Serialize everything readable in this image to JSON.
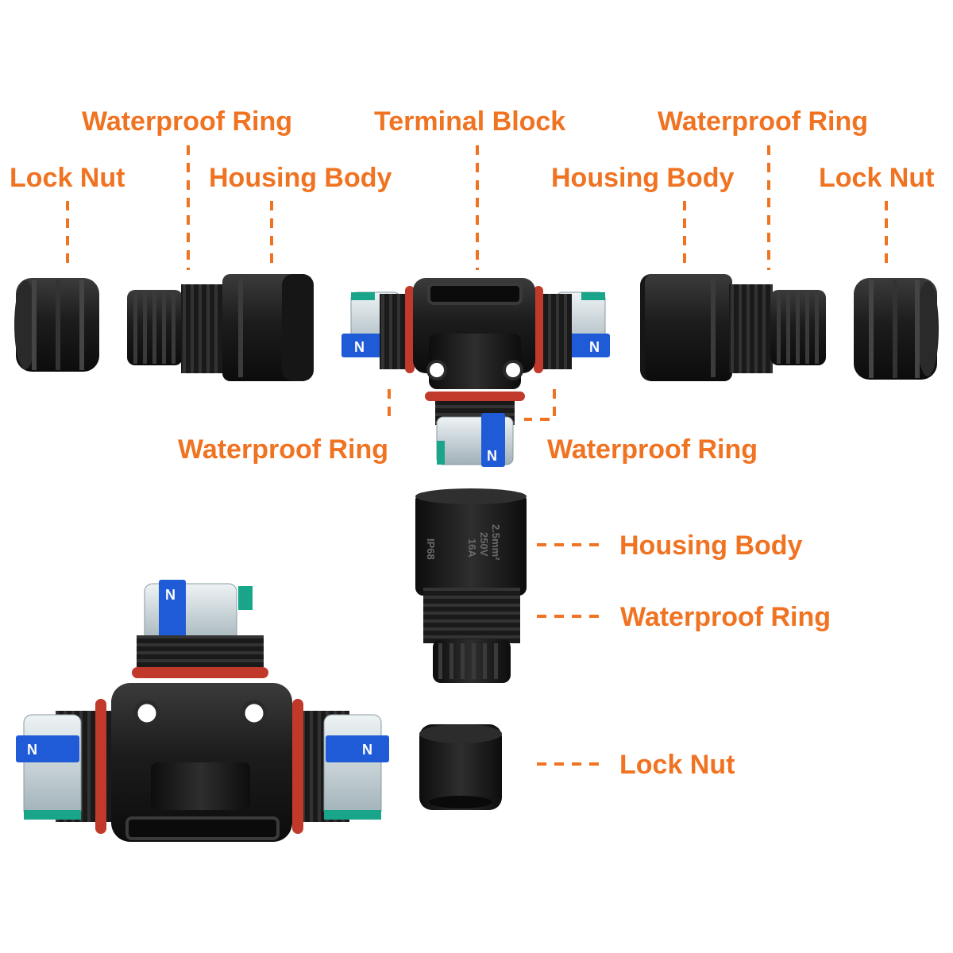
{
  "colors": {
    "label": "#F07322",
    "leader": "#F07322",
    "housing": "#1b1b1b",
    "housing_hi": "#3a3a3a",
    "o_ring": "#c0392b",
    "clip_blue": "#1f5bd6",
    "clip_green": "#19a58a",
    "clear": "#c9d3d8",
    "background": "#ffffff"
  },
  "labels": {
    "top_left_waterproof_ring": "Waterproof Ring",
    "top_left_lock_nut": "Lock Nut",
    "top_left_housing_body": "Housing Body",
    "top_terminal_block": "Terminal Block",
    "top_right_waterproof_ring": "Waterproof Ring",
    "top_right_housing_body": "Housing Body",
    "top_right_lock_nut": "Lock Nut",
    "mid_left_waterproof_ring": "Waterproof Ring",
    "mid_right_waterproof_ring": "Waterproof Ring",
    "side_housing_body": "Housing Body",
    "side_waterproof_ring": "Waterproof Ring",
    "side_lock_nut": "Lock Nut"
  },
  "clip_marks": {
    "letter": "N"
  },
  "housing_print": {
    "line1": "2.5mm²",
    "line2": "250V",
    "line3": "16A",
    "line4": "IP68"
  },
  "icons": [
    "lock-nut",
    "housing-body",
    "terminal-block",
    "o-ring",
    "wire-clip"
  ]
}
